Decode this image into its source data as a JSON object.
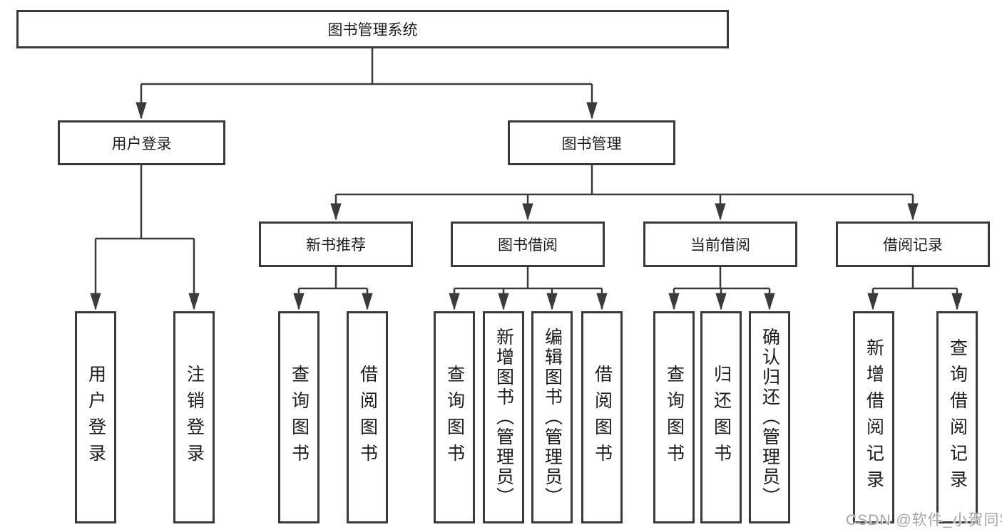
{
  "nodes": {
    "root": "图书管理系统",
    "user_login": "用户登录",
    "book_management": "图书管理",
    "new_book_recommend": "新书推荐",
    "book_borrow": "图书借阅",
    "current_borrow": "当前借阅",
    "borrow_record": "借阅记录",
    "leaf_user_login": "用户登录",
    "leaf_logout": "注销登录",
    "leaf_nbr_query_book": "查询图书",
    "leaf_nbr_borrow_book": "借阅图书",
    "leaf_bb_query_book": "查询图书",
    "leaf_bb_add_book": "新增图书（管理员）",
    "leaf_bb_edit_book": "编辑图书（管理员）",
    "leaf_bb_borrow_book": "借阅图书",
    "leaf_cb_query_book": "查询图书",
    "leaf_cb_return_book": "归还图书",
    "leaf_cb_confirm_return": "确认归还（管理员）",
    "leaf_br_add_record": "新增借阅记录",
    "leaf_br_query_record": "查询借阅记录"
  },
  "watermark": "CSDN @软件_小贺同学",
  "colors": {
    "line": "#3a3a3a",
    "text": "#1c1c1c",
    "watermark": "#a6a6a6",
    "background": "#ffffff"
  }
}
